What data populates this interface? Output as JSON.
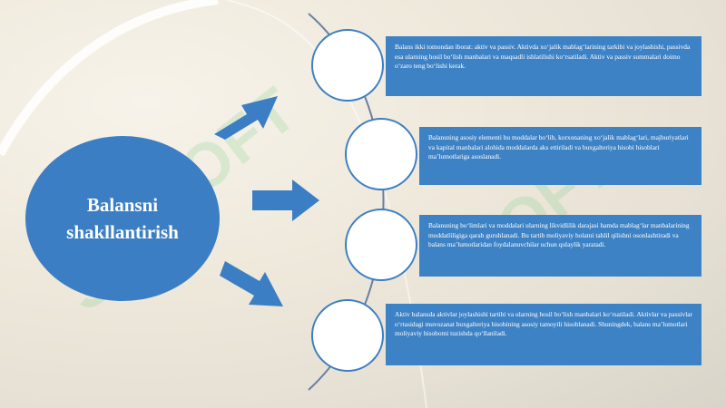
{
  "central_topic": "Balansni shakllantirish",
  "items": [
    {
      "text": "Balans ikki tomondan iborat: aktiv va passiv. Aktivda xo‘jalik mablag‘larining tarkibi va joylashishi, passivda esa ularning hosil bo‘lish manbalari va maqsadli ishlatilishi ko‘rsatiladi. Aktiv va passiv summalari doimo o‘zaro teng bo‘lishi kerak."
    },
    {
      "text": "Balansning asosiy elementi bu moddalar bo‘lib, korxonaning xo‘jalik mablag‘lari, majburiyatlari va kapital manbalari alohida moddalarda aks ettiriladi va buxgalteriya hisobi hisoblari ma’lumotlariga asoslanadi."
    },
    {
      "text": "Balansning bo‘limlari va moddalari ularning likvidlilik darajasi hamda mablag‘lar manbalarining muddatliligiga qarab guruhlanadi. Bu tartib moliyaviy holatni tahlil qilishni osonlashtiradi va balans ma’lumotlaridan foydalanuvchilar uchun qulaylik yaratadi."
    },
    {
      "text": "Aktiv balansda aktivlar joylashishi tartibi va ularning hosil bo‘lish manbalari ko‘rsatiladi. Aktivlar va passivlar o‘rtasidagi muvozanat buxgalteriya hisobining asosiy tamoyili hisoblanadi. Shuningdek, balans ma’lumotlari moliyaviy hisobotni tuzishda qo‘llaniladi."
    }
  ],
  "colors": {
    "accent": "#3c7ec4",
    "box": "#3e82c6",
    "node_fill": "#ffffff"
  },
  "watermark": "SOFT"
}
